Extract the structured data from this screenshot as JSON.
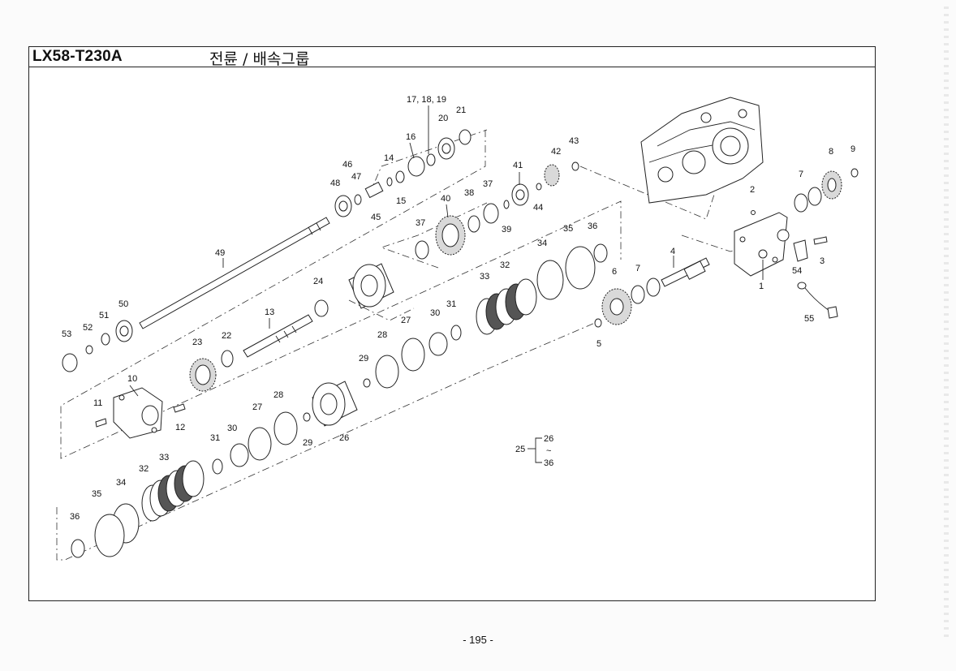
{
  "header": {
    "model": "LX58-T230A",
    "group": "전륜 / 배속그룹"
  },
  "footer": {
    "page": "- 195 -"
  },
  "callouts": [
    "1",
    "2",
    "3",
    "4",
    "5",
    "6",
    "7",
    "7",
    "8",
    "9",
    "10",
    "11",
    "12",
    "13",
    "14",
    "15",
    "16",
    "17, 18, 19",
    "20",
    "21",
    "22",
    "23",
    "24",
    "26",
    "27",
    "27",
    "28",
    "28",
    "29",
    "29",
    "30",
    "30",
    "31",
    "31",
    "32",
    "32",
    "33",
    "33",
    "34",
    "34",
    "35",
    "35",
    "36",
    "36",
    "36",
    "37",
    "37",
    "38",
    "39",
    "40",
    "41",
    "42",
    "43",
    "44",
    "45",
    "46",
    "47",
    "48",
    "49",
    "50",
    "51",
    "52",
    "53",
    "54",
    "55"
  ],
  "range_label": {
    "start": "25",
    "top": "26",
    "tilde": "~",
    "bottom": "36"
  }
}
